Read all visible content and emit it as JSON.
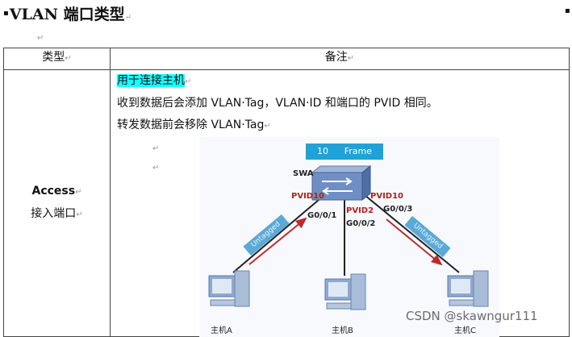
{
  "heading": {
    "bullet": "▪",
    "title": "VLAN 端口类型",
    "return_mark": "↵"
  },
  "corner_bullet": "▪",
  "para_marks": {
    "mark1": "↵",
    "mark2": "↵"
  },
  "table": {
    "headers": {
      "type": "类型",
      "notes": "备注"
    },
    "row": {
      "type_name": "Access",
      "type_cn": "接入端口",
      "note_lines": [
        "用于连接主机",
        "收到数据后会添加 VLAN·Tag，VLAN·ID 和端口的 PVID 相同。",
        "转发数据前会移除 VLAN·Tag"
      ],
      "empty_marks": [
        "↵",
        "↵"
      ]
    }
  },
  "diagram": {
    "frame": {
      "number": "10",
      "label": "Frame"
    },
    "switch_name": "SWA",
    "ports": {
      "left": {
        "pvid": "PVID10",
        "port": "G0/0/1"
      },
      "middle": {
        "pvid": "PVID2",
        "port": "G0/0/2"
      },
      "right": {
        "pvid": "PVID10",
        "port": "G0/0/3"
      }
    },
    "tags": {
      "left": "Untagged",
      "right": "Untagged"
    },
    "hosts": [
      "主机A",
      "主机B",
      "主机C"
    ],
    "colors": {
      "frame": "#1fa2d6",
      "arrow": "#c0282d",
      "pvid_text": "#b42020",
      "highlight": "#19ffff"
    }
  },
  "watermark": "CSDN @skawngur111"
}
